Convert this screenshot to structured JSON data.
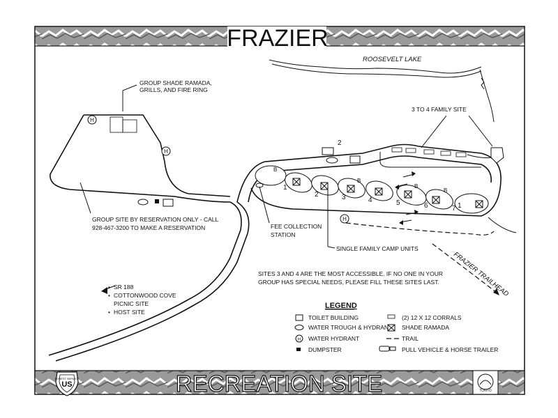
{
  "banner": {
    "title": "FRAZIER"
  },
  "footer": {
    "title": "RECREATION SITE"
  },
  "map": {
    "water_label": "ROOSEVELT LAKE",
    "site_number": "2",
    "trailhead_label": "FRAZIER TRAILHEAD",
    "family_site_label": "3 TO 4 FAMILY SITE",
    "group_ramada_label": [
      "GROUP SHADE RAMADA,",
      "GRILLS, AND FIRE RING"
    ],
    "group_reservation_label": [
      "GROUP SITE BY RESERVATION ONLY - CALL",
      "928-467-3200 TO MAKE A RESERVATION"
    ],
    "fee_station_label": [
      "FEE COLLECTION",
      "STATION"
    ],
    "single_family_label": "SINGLE FAMILY CAMP UNITS",
    "accessibility_note": [
      "SITES 3 AND 4 ARE THE MOST ACCESSIBLE. IF NO ONE IN YOUR",
      "GROUP HAS SPECIAL NEEDS, PLEASE FILL THESE SITES LAST."
    ],
    "directions": [
      "SR 188",
      "COTTONWOOD COVE",
      "PICNIC SITE",
      "HOST SITE"
    ],
    "site_numbers": [
      "1",
      "2",
      "3",
      "4",
      "5",
      "6",
      "7",
      "1"
    ],
    "hydrant_letter": "H",
    "ramada_letter": "B"
  },
  "legend": {
    "title": "LEGEND",
    "left_items": [
      {
        "icon": "toilet-icon",
        "label": "TOILET BUILDING"
      },
      {
        "icon": "water-trough-icon",
        "label": "WATER TROUGH & HYDRANT"
      },
      {
        "icon": "hydrant-icon",
        "label": "WATER HYDRANT"
      },
      {
        "icon": "dumpster-icon",
        "label": "DUMPSTER"
      }
    ],
    "right_items": [
      {
        "icon": "corral-icon",
        "label": "(2) 12 X 12 CORRALS"
      },
      {
        "icon": "shade-ramada-icon",
        "label": "SHADE RAMADA"
      },
      {
        "icon": "trail-icon",
        "label": "TRAIL"
      },
      {
        "icon": "pull-vehicle-icon",
        "label": "PULL VEHICLE & HORSE TRAILER"
      }
    ]
  },
  "logos": {
    "usfs_text": "US",
    "usfs_ring": "FOREST SERVICE",
    "right_seal": "TONTO"
  }
}
